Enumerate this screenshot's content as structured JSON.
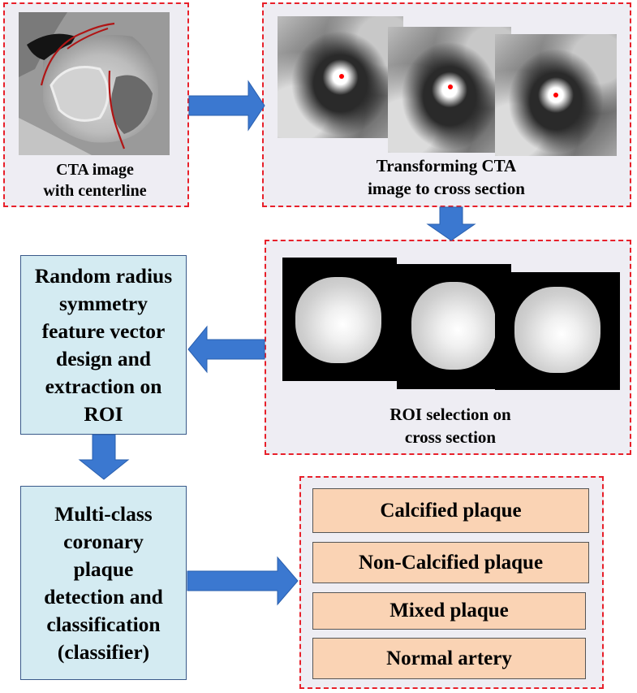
{
  "colors": {
    "dashed_border": "#e8202a",
    "panel_bg": "#eeedf3",
    "process_box": "#d4ebf2",
    "class_box": "#fad3b4",
    "arrow": "#3b78d0",
    "centerline": "#b01515"
  },
  "steps": {
    "cta_caption": [
      "CTA image",
      "with centerline"
    ],
    "cross_section_caption": [
      "Transforming CTA",
      "image to cross section"
    ],
    "roi_caption": [
      "ROI selection on",
      "cross section"
    ],
    "feature_box": [
      "Random radius",
      "symmetry",
      "feature vector",
      "design and",
      "extraction on",
      "ROI"
    ],
    "classifier_box": [
      "Multi-class",
      "coronary",
      "plaque",
      "detection and",
      "classification",
      "(classifier)"
    ]
  },
  "classes": [
    "Calcified plaque",
    "Non-Calcified plaque",
    "Mixed plaque",
    "Normal artery"
  ]
}
